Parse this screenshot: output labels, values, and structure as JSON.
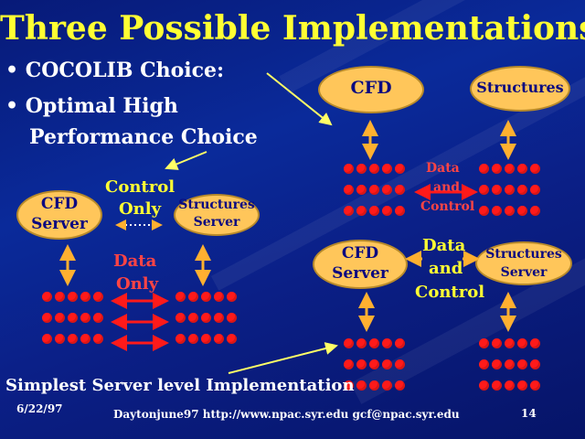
{
  "title": "Three Possible Implementations",
  "bullets": [
    "COCOLIB Choice:",
    "Optimal High",
    "Performance Choice"
  ],
  "left": {
    "cfd_server": [
      "CFD",
      "Server"
    ],
    "structures_server": [
      "Structures",
      "Server"
    ],
    "control_only": [
      "Control",
      "Only"
    ],
    "data_only": [
      "Data",
      "Only"
    ]
  },
  "right_top": {
    "cfd": "CFD",
    "structures": "Structures",
    "data_and_control": [
      "Data",
      "and",
      "Control"
    ]
  },
  "right_bottom": {
    "cfd_server": [
      "CFD",
      "Server"
    ],
    "structures_server": [
      "Structures",
      "Server"
    ],
    "data_and_control": [
      "Data",
      "and",
      "Control"
    ]
  },
  "caption": "Simplest Server level Implementation",
  "footer": {
    "date": "6/22/97",
    "info": "Daytonjune97 http://www.npac.syr.edu gcf@npac.syr.edu",
    "page": "14"
  },
  "colors": {
    "title": "#ffff33",
    "oval_fill": "#ffc65a",
    "dot": "#ff1a1a",
    "arrow_red": "#ff1a1a",
    "arrow_orange": "#ffb030",
    "pointer": "#ffff66"
  }
}
